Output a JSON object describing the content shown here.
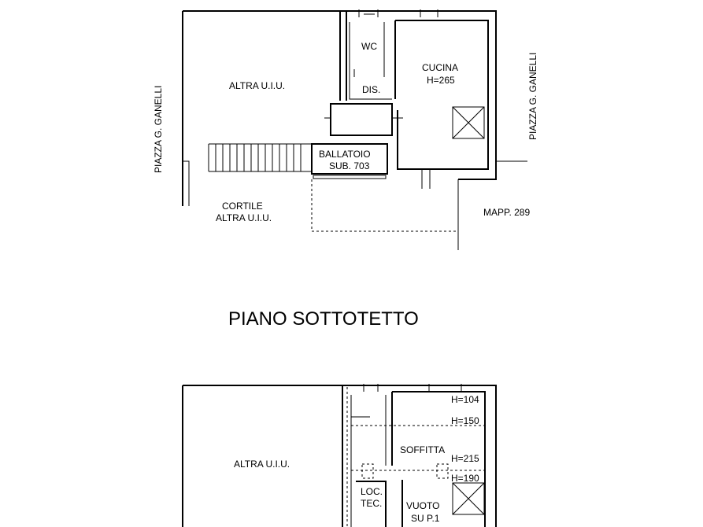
{
  "top_plan": {
    "altra_uiu": "ALTRA U.I.U.",
    "wc": "WC",
    "dis": "DIS.",
    "cucina": "CUCINA",
    "cucina_h": "H=265",
    "ballatoio": "BALLATOIO",
    "ballatoio_sub": "SUB. 703",
    "cortile": "CORTILE",
    "cortile_sub": "ALTRA U.I.U.",
    "street_left": "PIAZZA G. GANELLI",
    "street_right": "PIAZZA G. GANELLI",
    "mapp": "MAPP. 289"
  },
  "section_title": "PIANO SOTTOTETTO",
  "bottom_plan": {
    "altra_uiu": "ALTRA U.I.U.",
    "h104": "H=104",
    "h150": "H=150",
    "soffitta": "SOFFITTA",
    "h215": "H=215",
    "h190": "H=190",
    "loc": "LOC.",
    "tec": "TEC.",
    "vuoto": "VUOTO",
    "su_p1": "SU P.1"
  }
}
